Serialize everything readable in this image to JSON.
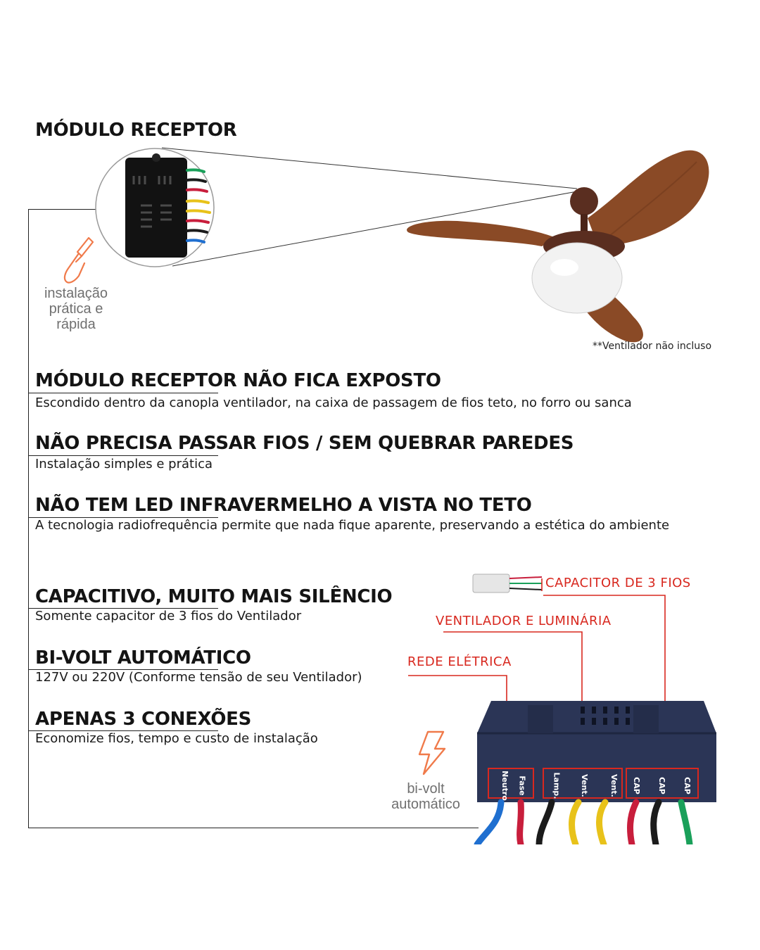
{
  "header": {
    "title": "MÓDULO RECEPTOR"
  },
  "install_badge": {
    "icon": "screwdriver-icon",
    "caption_lines": [
      "instalação",
      "prática e",
      "rápida"
    ]
  },
  "fan_note": "**Ventilador não incluso",
  "features_top": [
    {
      "title": "MÓDULO RECEPTOR NÃO FICA EXPOSTO",
      "text": "Escondido dentro da canopla ventilador, na caixa de passagem de fios teto, no forro ou sanca"
    },
    {
      "title": "NÃO PRECISA PASSAR FIOS / SEM QUEBRAR PAREDES",
      "text": "Instalação simples e prática"
    },
    {
      "title": "NÃO TEM LED INFRAVERMELHO A VISTA NO TETO",
      "text": "A tecnologia radiofrequência permite que nada fique aparente, preservando a estética do ambiente"
    }
  ],
  "features_bottom": [
    {
      "title": "CAPACITIVO, MUITO MAIS SILÊNCIO",
      "text": "Somente capacitor de 3 fios do Ventilador"
    },
    {
      "title": "BI-VOLT AUTOMÁTICO",
      "text": "127V ou 220V (Conforme tensão de seu Ventilador)"
    },
    {
      "title": "APENAS 3 CONEXÕES",
      "text": "Economize fios, tempo e custo de instalação"
    }
  ],
  "bivolt_badge": {
    "icon": "lightning-bolt-icon",
    "caption_lines": [
      "bi-volt",
      "automático"
    ]
  },
  "callouts": {
    "capacitor": "CAPACITOR DE 3 FIOS",
    "fan_light": "VENTILADOR E LUMINÁRIA",
    "mains": "REDE ELÉTRICA"
  },
  "terminals": [
    "Neutro",
    "Fase",
    "Lamp.",
    "Vent.",
    "Vent.",
    "CAP",
    "CAP",
    "CAP"
  ],
  "colors": {
    "accent_red": "#d8281f",
    "fan_wood": "#8a4a26",
    "module_navy": "#2b3556",
    "wire_blue": "#1f6fd0",
    "wire_red": "#c81e3c",
    "wire_yellow": "#e8c21a",
    "wire_green": "#1aa05a",
    "wire_black": "#1b1b1b"
  }
}
